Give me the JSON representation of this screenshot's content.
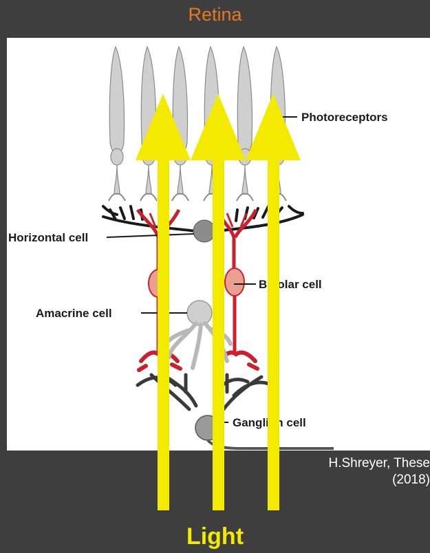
{
  "title": "Retina",
  "labels": {
    "photoreceptors": "Photoreceptors",
    "horizontal_cell": "Horizontal cell",
    "bipolar_cell": "Bipolar cell",
    "amacrine_cell": "Amacrine cell",
    "ganglion_cell": "Ganglion cell"
  },
  "citation": {
    "line1": "H.Shreyer, These",
    "line2": "(2018)"
  },
  "light_label": "Light",
  "colors": {
    "background": "#3e3e3e",
    "title": "#e87722",
    "arrow": "#f4ea00",
    "bipolar": "#cc1f2e",
    "photoreceptor": "#c9c9c9"
  }
}
